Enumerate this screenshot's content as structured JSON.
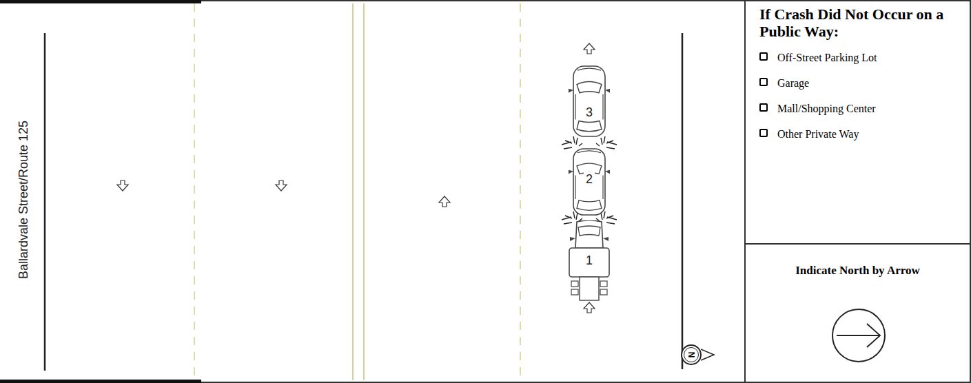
{
  "diagram": {
    "nodes": [
      {
        "text": [
          "3"
        ]
      },
      {
        "text": [
          "2"
        ]
      },
      {
        "text": [
          "1"
        ]
      },
      {
        "text": [
          "If Crash Did Not Occur on a Public Way:",
          "Off-Street Parking Lot",
          "Garage",
          "Mall/Shopping Center",
          "Other Private Way"
        ]
      },
      {
        "text": [
          "Indicate North by Arrow"
        ]
      }
    ],
    "labels": [
      "Ballardvale Street/Route 125",
      "N"
    ]
  }
}
